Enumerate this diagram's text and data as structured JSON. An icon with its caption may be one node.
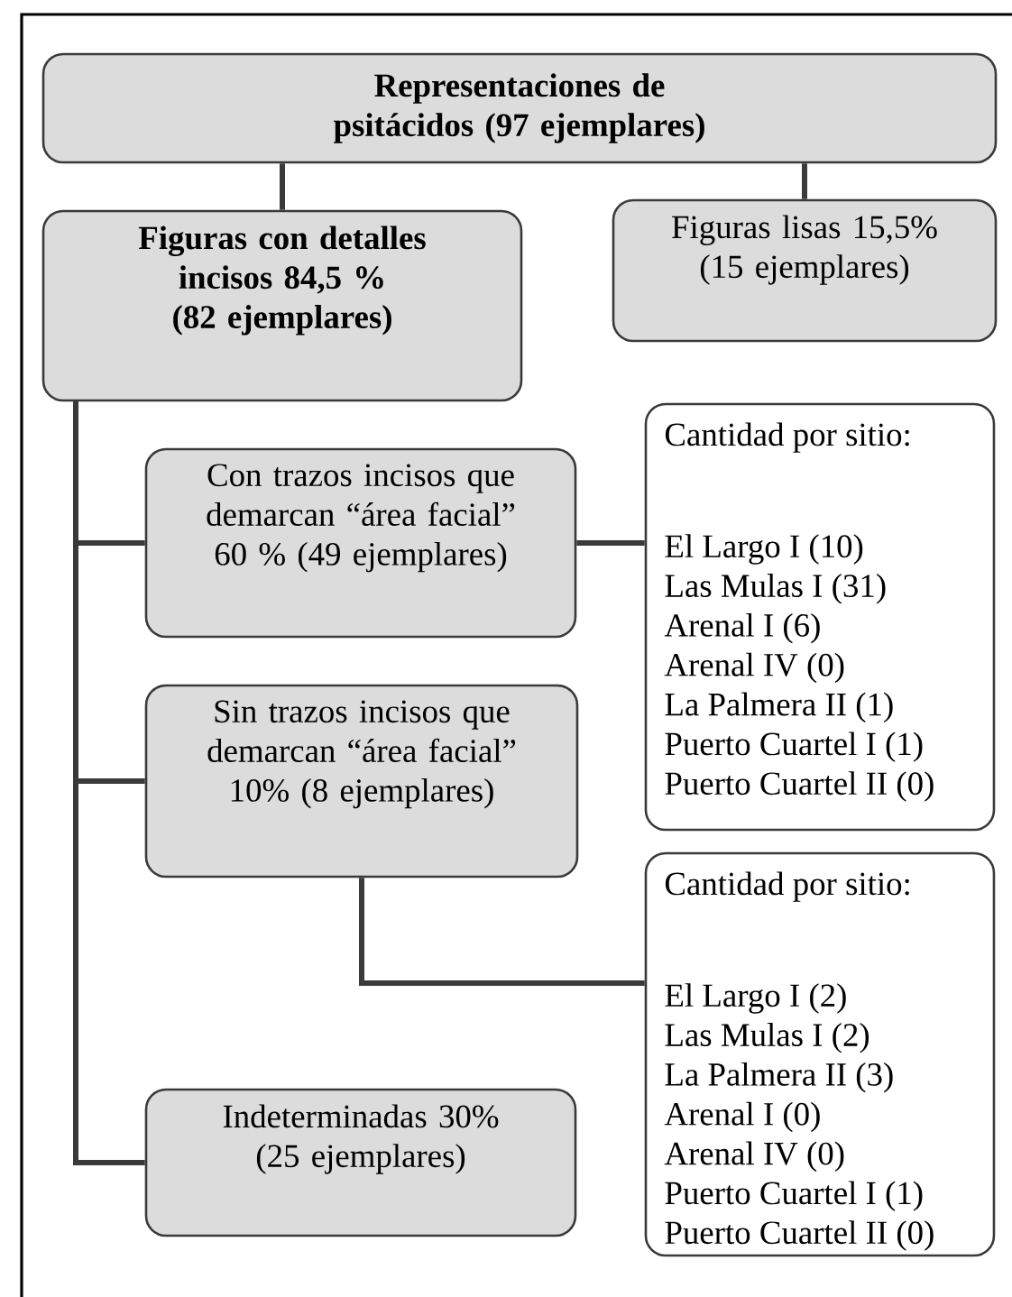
{
  "diagram": {
    "nodes": [
      {
        "text": [
          "Representaciones de psitácidos (97 ejemplares)"
        ]
      },
      {
        "text": [
          "Figuras con detalles incisos 84,5 % (82 ejemplares)"
        ]
      },
      {
        "text": [
          "Figuras lisas 15,5% (15 ejemplares)"
        ]
      },
      {
        "text": [
          "Con trazos incisos que demarcan “área facial” 60 % (49 ejemplares)"
        ]
      },
      {
        "text": [
          "Cantidad por sitio:",
          "El Largo I (10)",
          "Las Mulas I (31)",
          "Arenal I (6)",
          "Arenal IV (0)",
          "La Palmera II (1)",
          "Puerto Cuartel I (1)",
          "Puerto Cuartel II (0)"
        ]
      },
      {
        "text": [
          "Sin trazos incisos que demarcan “área facial” 10% (8 ejemplares)"
        ]
      },
      {
        "text": [
          "Cantidad por sitio:",
          "El Largo I (2)",
          "Las Mulas I (2)",
          "La Palmera II (3)",
          "Arenal I (0)",
          "Arenal IV (0)",
          "Puerto Cuartel I (1)",
          "Puerto Cuartel II (0)"
        ]
      },
      {
        "text": [
          "Indeterminadas 30% (25 ejemplares)"
        ]
      }
    ],
    "edges": [
      {
        "from": 0,
        "to": 1,
        "arrow": "none"
      },
      {
        "from": 0,
        "to": 2,
        "arrow": "none"
      },
      {
        "from": 1,
        "to": 3,
        "arrow": "none"
      },
      {
        "from": 1,
        "to": 5,
        "arrow": "none"
      },
      {
        "from": 1,
        "to": 7,
        "arrow": "none"
      },
      {
        "from": 3,
        "to": 4,
        "arrow": "none"
      },
      {
        "from": 5,
        "to": 6,
        "arrow": "none"
      }
    ]
  }
}
